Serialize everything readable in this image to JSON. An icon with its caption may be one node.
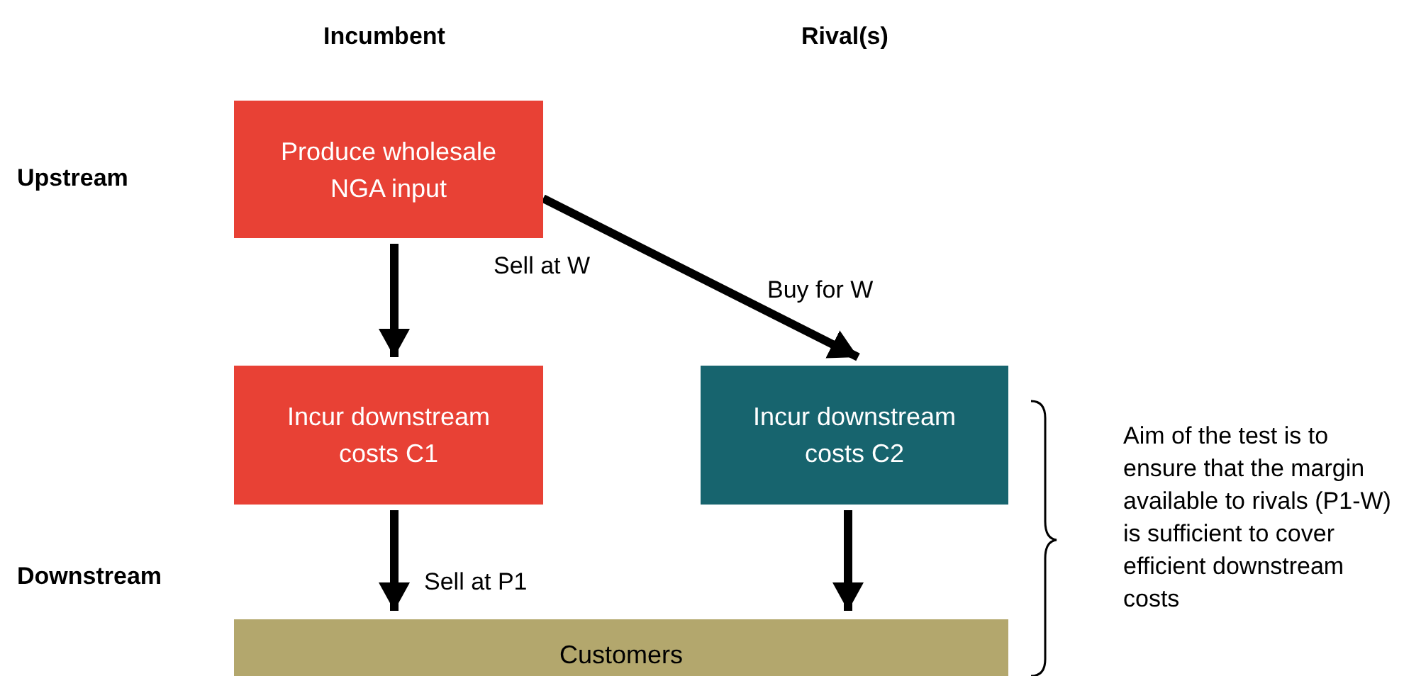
{
  "diagram": {
    "nodes": [
      {
        "text": [
          "Produce wholesale NGA input"
        ]
      },
      {
        "text": [
          "Incur downstream costs  C1"
        ]
      },
      {
        "text": [
          "Incur downstream costs C2"
        ]
      },
      {
        "text": [
          "Customers"
        ]
      }
    ],
    "edges": [
      {
        "from": 0,
        "to": 1,
        "arrow": "to"
      },
      {
        "from": 0,
        "to": 2,
        "arrow": "to"
      },
      {
        "from": 1,
        "to": 3,
        "arrow": "to"
      },
      {
        "from": 2,
        "to": 3,
        "arrow": "to"
      }
    ],
    "labels": [
      "Incumbent",
      "Rival(s)",
      "Upstream",
      "Sell at W",
      "Buy for W",
      "Downstream",
      "Sell at P1",
      "Aim of the test is to ensure that the margin available to rivals (P1-W) is sufficient to cover efficient downstream costs"
    ]
  }
}
